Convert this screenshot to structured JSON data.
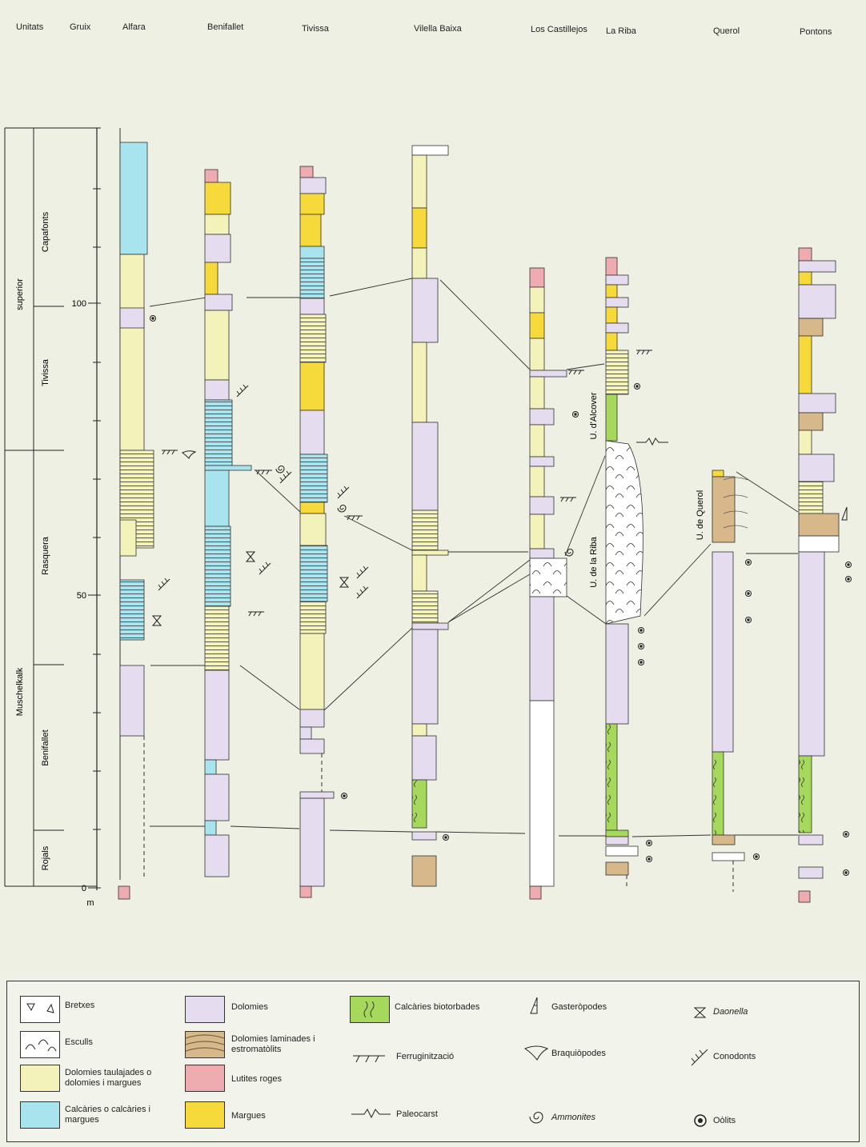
{
  "header": {
    "unitats": "Unitats",
    "gruix": "Gruix",
    "sections": [
      "Alfara",
      "Benifallet",
      "Tivissa",
      "Vilella Baixa",
      "Los Castillejos",
      "La Riba",
      "Querol",
      "Pontons"
    ]
  },
  "left_units": {
    "formation": "Muschelkalk",
    "superior": "superior",
    "capafonts": "Capafonts",
    "tivissa": "Tivissa",
    "rasquera": "Rasquera",
    "benifallet": "Benifallet",
    "rojals": "Rojals"
  },
  "scale": {
    "t100": "100",
    "t50": "50",
    "t0": "0",
    "unit": "m"
  },
  "unit_labels": {
    "alcover": "U. d'Alcover",
    "riba": "U. de la Riba",
    "querol": "U. de Querol"
  },
  "colors": {
    "dolomies": "#e6dcf0",
    "taulajades": "#f2f2ba",
    "calcaries": "#a8e4ee",
    "laminades": "#d6b88a",
    "lutites": "#eeabb0",
    "margues": "#f6da3c",
    "biotorbades": "#a6d85c"
  },
  "legend": {
    "bretxes": "Bretxes",
    "esculls": "Esculls",
    "taulajades": "Dolomies taulajades o dolomies i margues",
    "calcaries": "Calcàries o calcàries i margues",
    "dolomies": "Dolomies",
    "laminades": "Dolomies laminades i estromatòlits",
    "lutites": "Lutites roges",
    "margues": "Margues",
    "biotorbades": "Calcàries biotorbades",
    "ferruginitzacio": "Ferruginització",
    "paleocarst": "Paleocarst",
    "gasteropodes": "Gasteròpodes",
    "braquiopodes": "Braquiòpodes",
    "ammonites": "Ammonites",
    "daonella": "Daonella",
    "conodonts": "Conodonts",
    "oolits": "Oòlits"
  }
}
